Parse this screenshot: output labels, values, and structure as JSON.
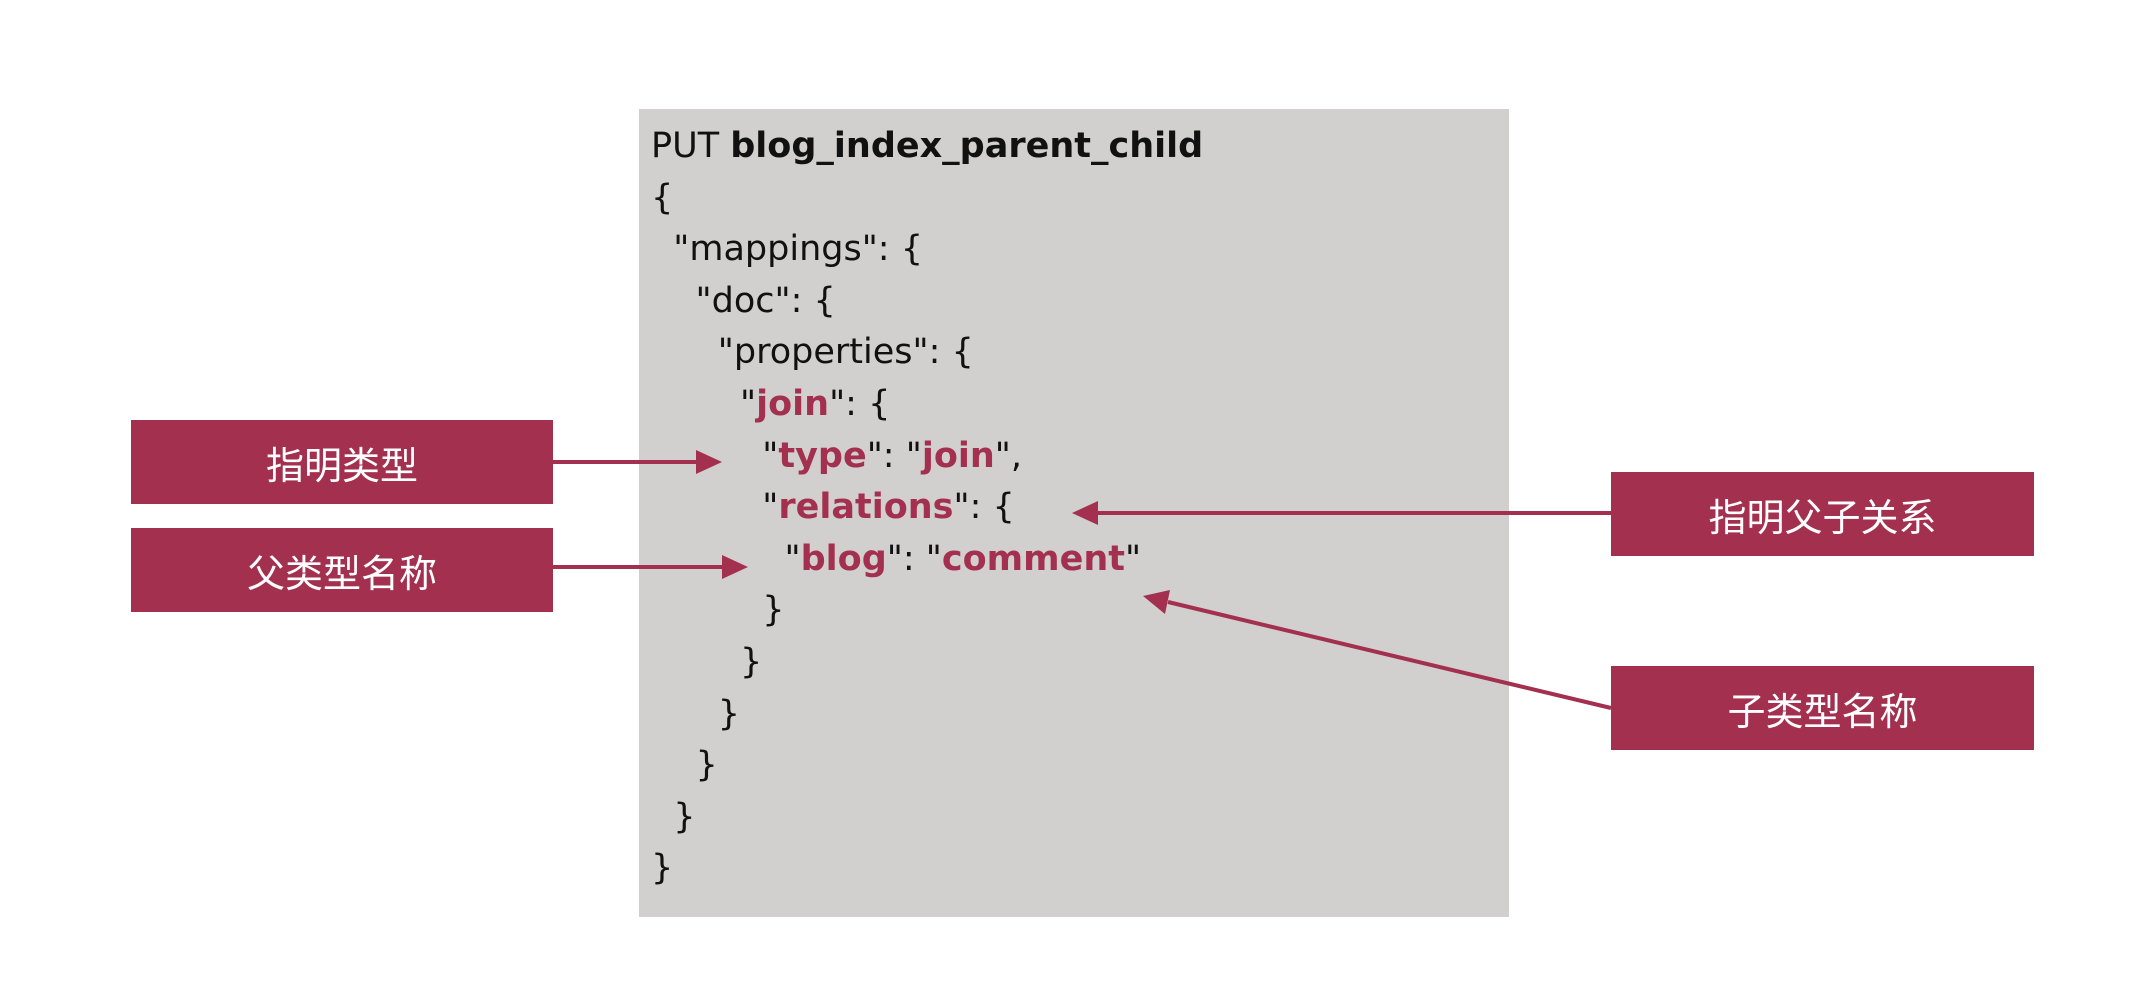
{
  "code": {
    "method": "PUT",
    "index_name": "blog_index_parent_child",
    "open_brace": "{",
    "mappings_key": "\"mappings\": {",
    "doc_key": "\"doc\": {",
    "properties_key": "\"properties\": {",
    "join_field": "join",
    "type_key": "type",
    "type_value": "join",
    "relations_key": "relations",
    "parent_name": "blog",
    "child_name": "comment",
    "close_brace": "}"
  },
  "callouts": {
    "specify_type": "指明类型",
    "parent_type_name": "父类型名称",
    "specify_parent_child": "指明父子关系",
    "child_type_name": "子类型名称"
  },
  "colors": {
    "accent": "#a3304f",
    "code_background": "#d1d0cf"
  }
}
